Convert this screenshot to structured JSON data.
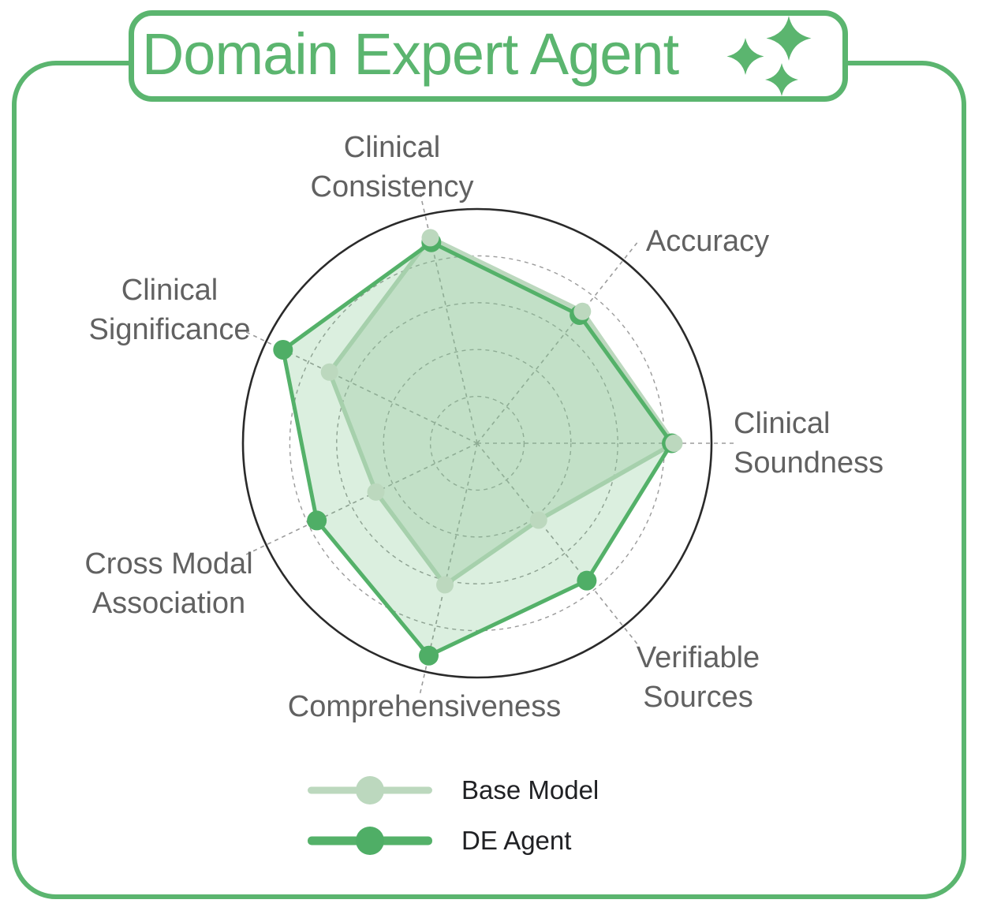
{
  "title": {
    "text": "Domain Expert Agent",
    "icon": "sparkles-icon"
  },
  "colors": {
    "accent_green": "#5bb56f",
    "agent_line": "#54b169",
    "agent_dot": "#4fae66",
    "base_line": "#bcd8be",
    "base_dot": "#bcd8be",
    "agent_fill": "rgba(92,180,110,0.22)",
    "base_fill": "rgba(163,200,168,0.35)",
    "grid": "#9b9b9b",
    "outer_circle": "#2a2a2a",
    "label_gray": "#616161",
    "legend_text": "#202124"
  },
  "legend": {
    "items": [
      {
        "label": "Base Model",
        "swatch": "light-green-line-dot"
      },
      {
        "label": "DE Agent",
        "swatch": "green-line-dot"
      }
    ]
  },
  "chart_data": {
    "type": "radar",
    "title": "Domain Expert Agent",
    "categories": [
      "Clinical Consistency",
      "Accuracy",
      "Clinical Soundness",
      "Verifiable Sources",
      "Comprehensiveness",
      "Cross Modal Association",
      "Clinical Significance"
    ],
    "angles_deg": [
      102.86,
      51.43,
      0,
      308.57,
      257.14,
      205.71,
      154.29
    ],
    "series": [
      {
        "name": "Base Model",
        "values": [
          0.9,
          0.72,
          0.84,
          0.42,
          0.62,
          0.48,
          0.7
        ]
      },
      {
        "name": "DE Agent",
        "values": [
          0.88,
          0.7,
          0.83,
          0.75,
          0.93,
          0.76,
          0.92
        ]
      }
    ],
    "scale": {
      "min": 0,
      "max": 1,
      "gridlines": [
        0.2,
        0.4,
        0.6,
        0.8
      ],
      "outer_ring": 1.0
    },
    "grid_style": "dashed-circles-and-spokes",
    "legend_position": "bottom-left"
  }
}
